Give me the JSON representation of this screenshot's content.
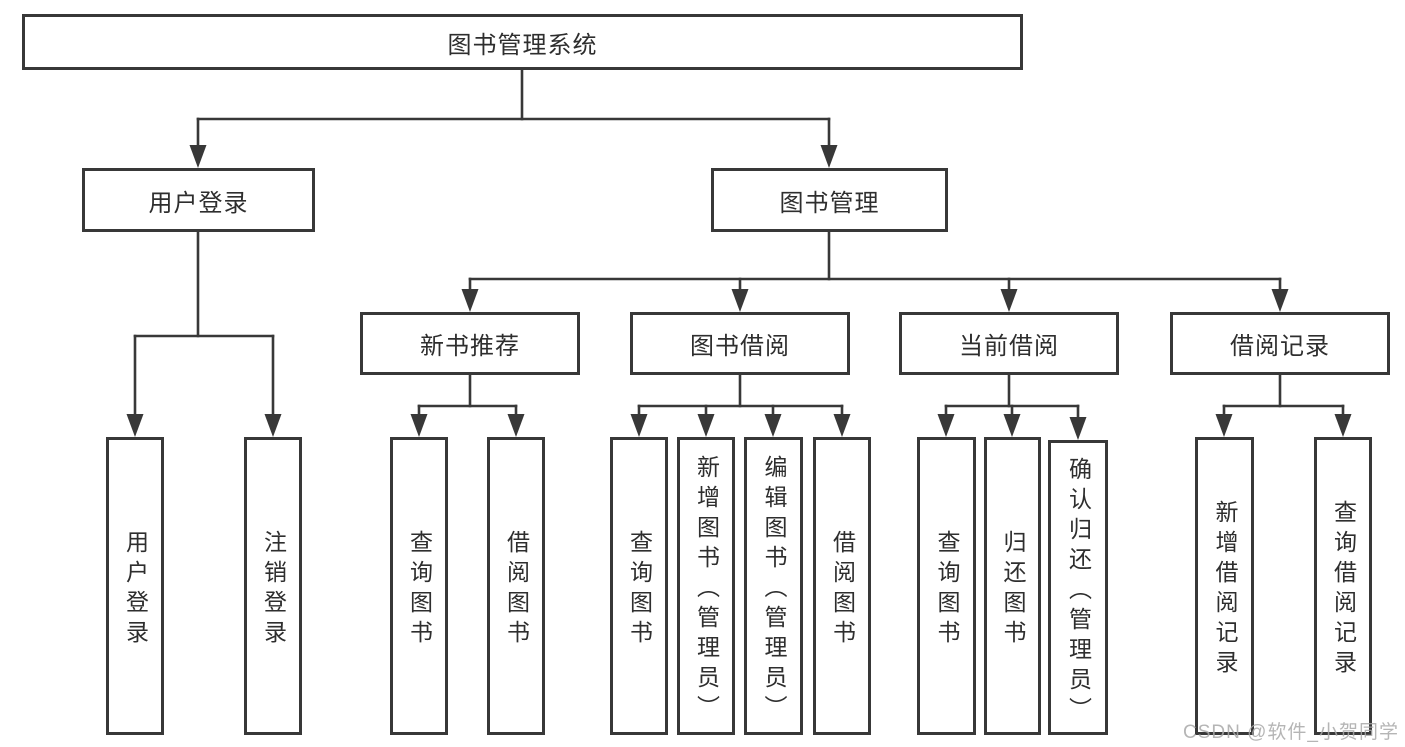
{
  "tree": {
    "root": {
      "label": "图书管理系统"
    },
    "branches": [
      {
        "label": "用户登录",
        "children": [
          {
            "label": "用户登录"
          },
          {
            "label": "注销登录"
          }
        ]
      },
      {
        "label": "图书管理",
        "children": [
          {
            "label": "新书推荐",
            "children": [
              {
                "label": "查询图书"
              },
              {
                "label": "借阅图书"
              }
            ]
          },
          {
            "label": "图书借阅",
            "children": [
              {
                "label": "查询图书"
              },
              {
                "label": "新增图书（管理员）"
              },
              {
                "label": "编辑图书（管理员）"
              },
              {
                "label": "借阅图书"
              }
            ]
          },
          {
            "label": "当前借阅",
            "children": [
              {
                "label": "查询图书"
              },
              {
                "label": "归还图书"
              },
              {
                "label": "确认归还（管理员）"
              }
            ]
          },
          {
            "label": "借阅记录",
            "children": [
              {
                "label": "新增借阅记录"
              },
              {
                "label": "查询借阅记录"
              }
            ]
          }
        ]
      }
    ]
  },
  "watermark": {
    "text": "CSDN @软件_小贺同学"
  },
  "colors": {
    "line": "#383838",
    "text": "#2e2e2e",
    "box_background": "#ffffff",
    "page_background": "#ffffff",
    "watermark": "#a9a9a9"
  }
}
